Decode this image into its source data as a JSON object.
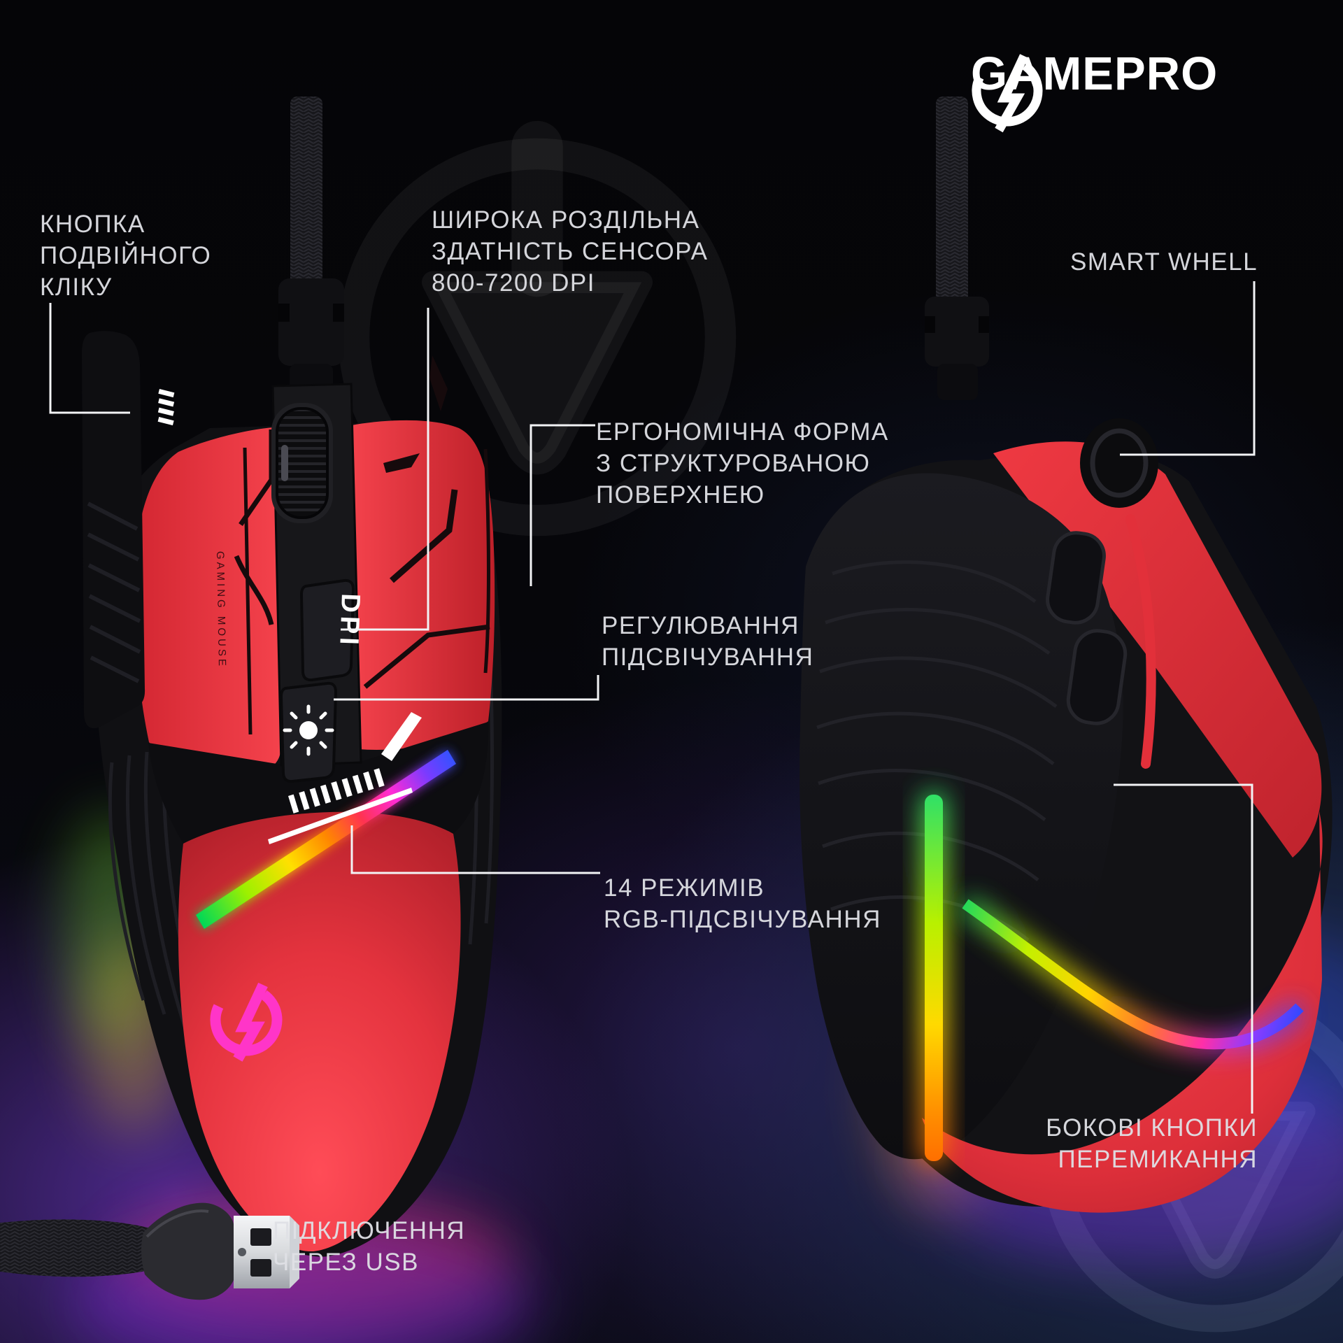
{
  "brand": {
    "logo_text": "GAMEPRO"
  },
  "annotations": {
    "double_click": {
      "lines": [
        "КНОПКА",
        "ПОДВІЙНОГО",
        "КЛІКУ"
      ]
    },
    "sensor_dpi": {
      "lines": [
        "ШИРОКА РОЗДІЛЬНА",
        "ЗДАТНІСТЬ СЕНСОРА",
        "800-7200 DPI"
      ]
    },
    "smart_wheel": {
      "lines": [
        "SMART WHELL"
      ]
    },
    "ergonomic": {
      "lines": [
        "ЕРГОНОМІЧНА ФОРМА",
        "З СТРУКТУРОВАНОЮ",
        "ПОВЕРХНЕЮ"
      ]
    },
    "backlight_adjust": {
      "lines": [
        "РЕГУЛЮВАННЯ",
        "ПІДСВІЧУВАННЯ"
      ]
    },
    "rgb_modes": {
      "lines": [
        "14 РЕЖИМІВ",
        "RGB-ПІДСВІЧУВАННЯ"
      ]
    },
    "side_buttons": {
      "lines": [
        "БОКОВІ КНОПКИ",
        "ПЕРЕМИКАННЯ"
      ]
    },
    "usb_connection": {
      "lines": [
        "ПІДКЛЮЧЕННЯ",
        "ЧЕРЕЗ USB"
      ]
    }
  },
  "mouse": {
    "dpi_button_label": "DPI",
    "shell_print": "GAMING MOUSE"
  },
  "colors": {
    "accent_red": "#ed3640",
    "background_purple": "#512a96",
    "background_navy": "#2a3e6e",
    "callout_line": "#f2f3f5",
    "rgb_gradient": [
      "#00d857",
      "#ffe000",
      "#ff8800",
      "#ff2fd0",
      "#2f54ff"
    ]
  }
}
